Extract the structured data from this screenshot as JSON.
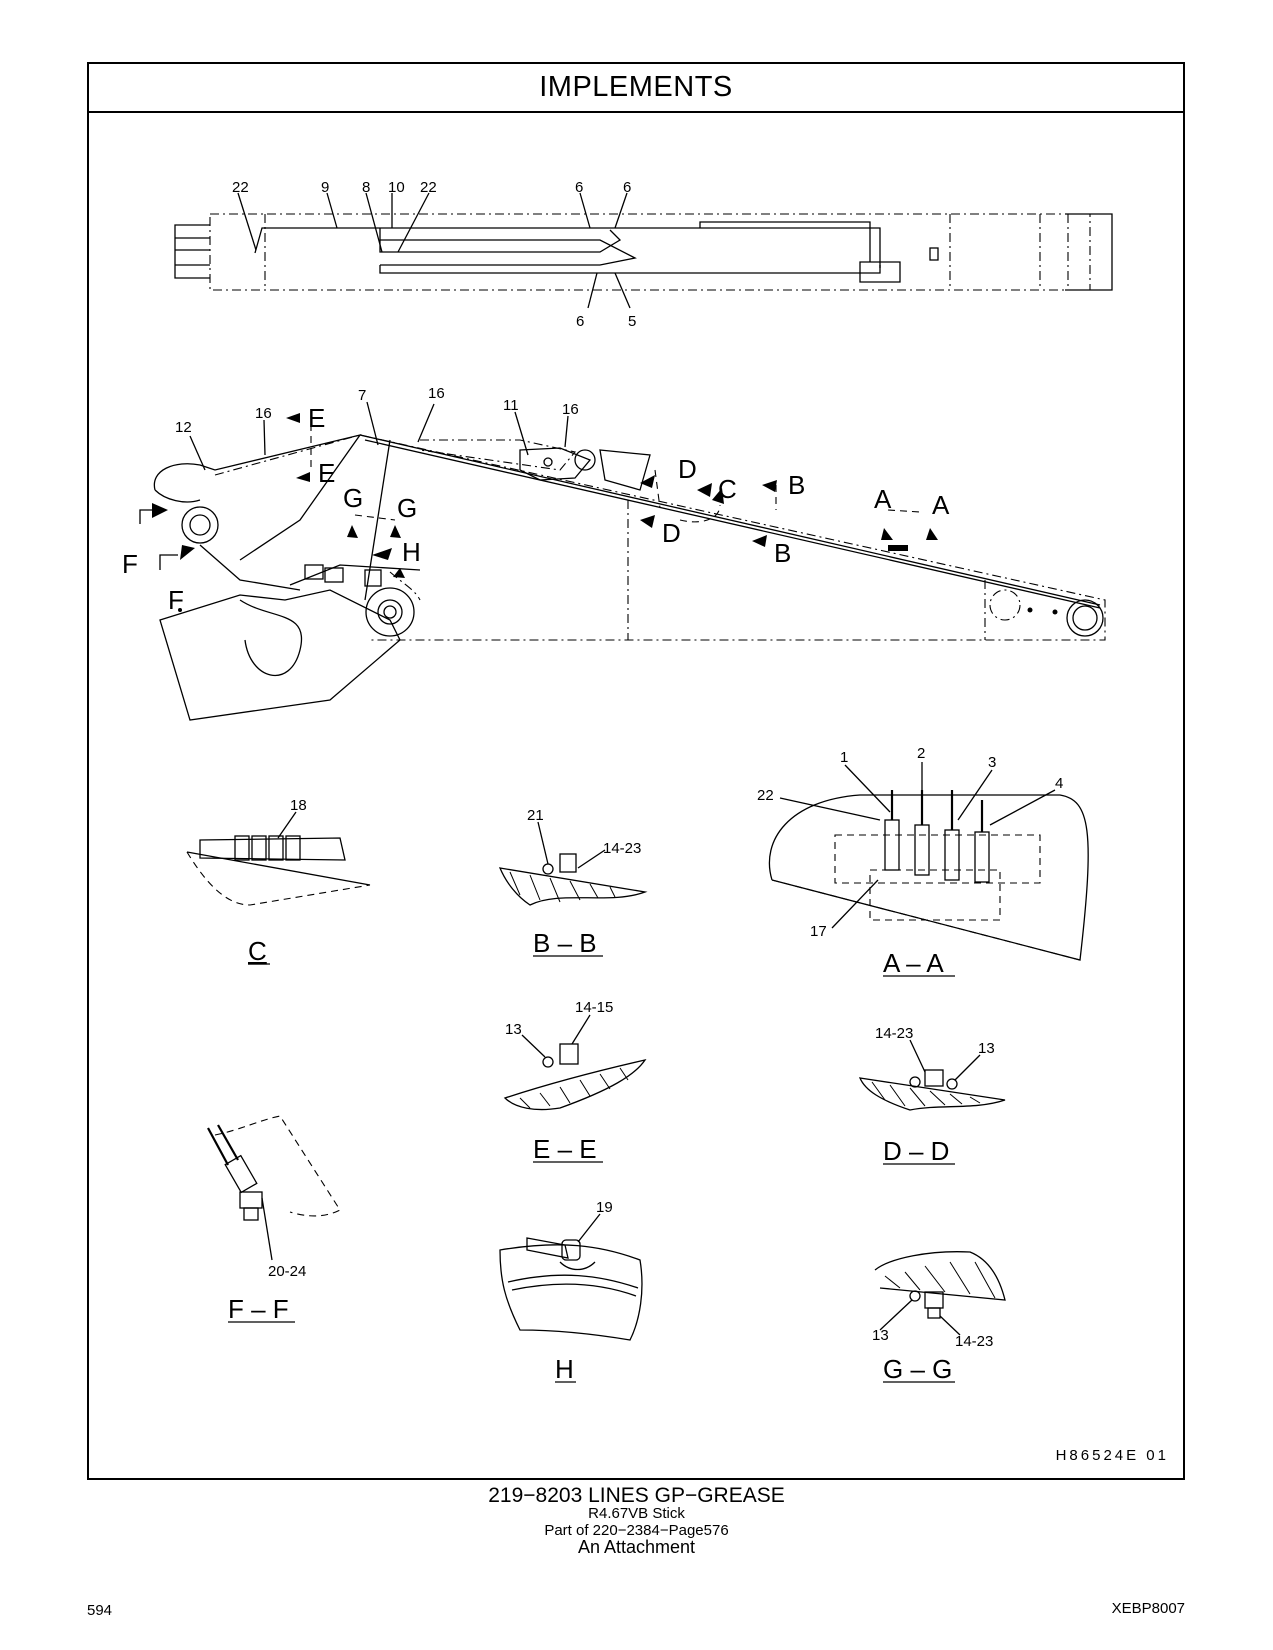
{
  "header": {
    "title": "IMPLEMENTS"
  },
  "drawing": {
    "top_view_labels": [
      "22",
      "9",
      "8",
      "10",
      "22",
      "6",
      "6",
      "6",
      "5"
    ],
    "side_view_labels": [
      "12",
      "16",
      "7",
      "16",
      "11",
      "16"
    ],
    "section_markers": [
      "E",
      "E",
      "G",
      "G",
      "H",
      "D",
      "C",
      "B",
      "D",
      "B",
      "A",
      "A",
      "F",
      "F"
    ],
    "details": {
      "C": {
        "title": "C",
        "callouts": [
          "18"
        ]
      },
      "B-B": {
        "title": "B – B",
        "callouts": [
          "21",
          "14-23"
        ]
      },
      "A-A": {
        "title": "A – A",
        "callouts": [
          "1",
          "2",
          "3",
          "4",
          "22",
          "17"
        ]
      },
      "E-E": {
        "title": "E – E",
        "callouts": [
          "14-15",
          "13"
        ]
      },
      "D-D": {
        "title": "D – D",
        "callouts": [
          "14-23",
          "13"
        ]
      },
      "F-F": {
        "title": "F – F",
        "callouts": [
          "20-24"
        ]
      },
      "H": {
        "title": "H",
        "callouts": [
          "19"
        ]
      },
      "G-G": {
        "title": "G – G",
        "callouts": [
          "13",
          "14-23"
        ]
      }
    },
    "illustration_code": "H86524E     01"
  },
  "caption": {
    "line1": "219−8203   LINES  GP−GREASE",
    "line2": "R4.67VB  Stick",
    "line3": "Part of 220−2384−Page576",
    "line4": "An Attachment"
  },
  "footer": {
    "page_number": "594",
    "doc_code": "XEBP8007"
  }
}
